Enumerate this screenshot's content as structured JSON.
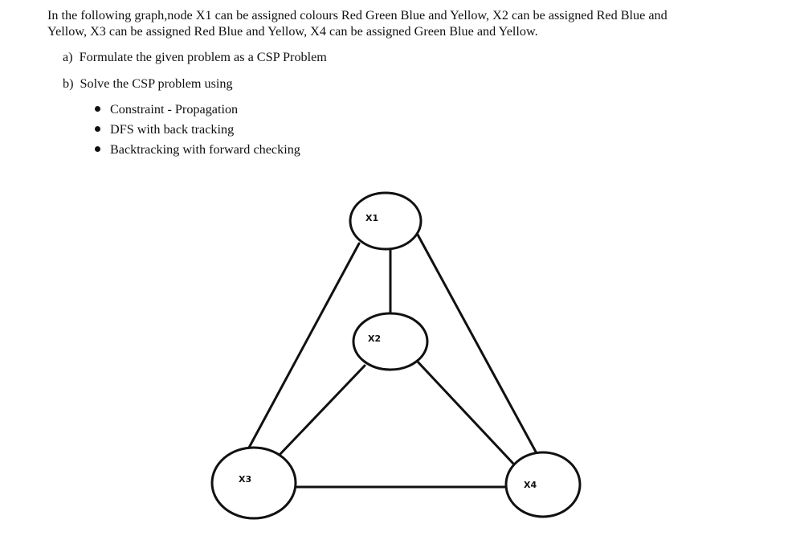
{
  "problem": {
    "line1": "In the following graph,node X1 can be assigned colours Red Green Blue and Yellow, X2 can be assigned Red Blue and",
    "line2": "Yellow, X3 can be assigned Red Blue and Yellow, X4 can be assigned Green Blue and Yellow."
  },
  "questions": [
    {
      "label": "a)",
      "text": "Formulate the given problem as a CSP Problem"
    },
    {
      "label": "b)",
      "text": "Solve the CSP problem using"
    }
  ],
  "methods": [
    "Constraint - Propagation",
    "DFS with back tracking",
    "Backtracking with forward checking"
  ],
  "graph": {
    "nodes": [
      {
        "id": "X1",
        "label": "X1",
        "domain": [
          "Red",
          "Green",
          "Blue",
          "Yellow"
        ]
      },
      {
        "id": "X2",
        "label": "X2",
        "domain": [
          "Red",
          "Blue",
          "Yellow"
        ]
      },
      {
        "id": "X3",
        "label": "X3",
        "domain": [
          "Red",
          "Blue",
          "Yellow"
        ]
      },
      {
        "id": "X4",
        "label": "X4",
        "domain": [
          "Green",
          "Blue",
          "Yellow"
        ]
      }
    ],
    "edges": [
      [
        "X1",
        "X2"
      ],
      [
        "X1",
        "X3"
      ],
      [
        "X1",
        "X4"
      ],
      [
        "X2",
        "X3"
      ],
      [
        "X2",
        "X4"
      ],
      [
        "X3",
        "X4"
      ]
    ]
  }
}
